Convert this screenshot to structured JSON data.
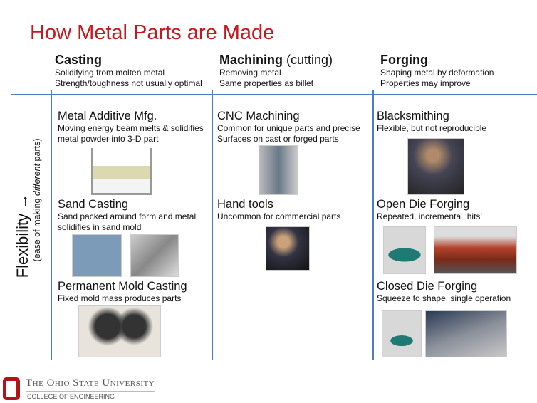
{
  "title": "How Metal Parts are Made",
  "axis": {
    "label": "Flexibility →",
    "sub_prefix": "(ease of making ",
    "sub_em": "different",
    "sub_suffix": " parts)"
  },
  "columns": [
    {
      "heading": "Casting",
      "heading_extra": "",
      "lines": [
        "Solidifying from molten metal",
        "Strength/toughness not usually optimal"
      ],
      "items": [
        {
          "name": "Metal Additive Mfg.",
          "desc": [
            "Moving energy beam melts & solidifies",
            "metal powder into 3-D part"
          ]
        },
        {
          "name": "Sand Casting",
          "desc": [
            "Sand packed around form and metal",
            "solidifies in sand mold"
          ]
        },
        {
          "name": "Permanent Mold Casting",
          "desc": [
            "Fixed mold mass produces parts"
          ]
        }
      ]
    },
    {
      "heading": "Machining",
      "heading_extra": " (cutting)",
      "lines": [
        "Removing metal",
        "Same properties as billet"
      ],
      "items": [
        {
          "name": "CNC Machining",
          "desc": [
            "Common for unique parts and precise",
            "Surfaces on cast or forged parts"
          ]
        },
        {
          "name": "Hand tools",
          "desc": [
            "Uncommon for commercial parts"
          ]
        }
      ]
    },
    {
      "heading": "Forging",
      "heading_extra": "",
      "lines": [
        "Shaping metal by deformation",
        "Properties may improve"
      ],
      "items": [
        {
          "name": "Blacksmithing",
          "desc": [
            "Flexible, but not reproducible"
          ]
        },
        {
          "name": "Open Die Forging",
          "desc": [
            "Repeated, incremental ‘hits’"
          ]
        },
        {
          "name": "Closed Die Forging",
          "desc": [
            "Squeeze to shape, single operation"
          ]
        }
      ]
    }
  ],
  "footer": {
    "university": "The Ohio State University",
    "college": "COLLEGE OF ENGINEERING"
  }
}
